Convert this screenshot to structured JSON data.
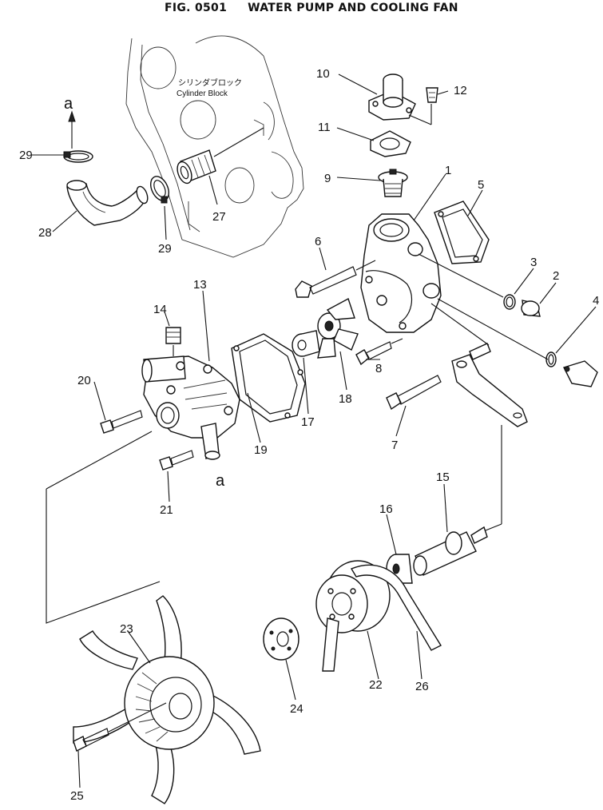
{
  "figure": {
    "fig_number": "FIG. 0501",
    "title": "WATER PUMP AND COOLING FAN"
  },
  "cylinder_block": {
    "label_jp": "シリンダブロック",
    "label_en": "Cylinder  Block"
  },
  "references": {
    "a_top": "a",
    "a_bottom": "a"
  },
  "parts": [
    {
      "no": "1"
    },
    {
      "no": "2"
    },
    {
      "no": "3"
    },
    {
      "no": "4"
    },
    {
      "no": "5"
    },
    {
      "no": "6"
    },
    {
      "no": "7"
    },
    {
      "no": "8"
    },
    {
      "no": "9"
    },
    {
      "no": "10"
    },
    {
      "no": "11"
    },
    {
      "no": "12"
    },
    {
      "no": "13"
    },
    {
      "no": "14"
    },
    {
      "no": "15"
    },
    {
      "no": "16"
    },
    {
      "no": "17"
    },
    {
      "no": "18"
    },
    {
      "no": "19"
    },
    {
      "no": "20"
    },
    {
      "no": "21"
    },
    {
      "no": "22"
    },
    {
      "no": "23"
    },
    {
      "no": "24"
    },
    {
      "no": "25"
    },
    {
      "no": "26"
    },
    {
      "no": "27"
    },
    {
      "no": "28"
    },
    {
      "no": "29"
    },
    {
      "no": "29"
    }
  ]
}
